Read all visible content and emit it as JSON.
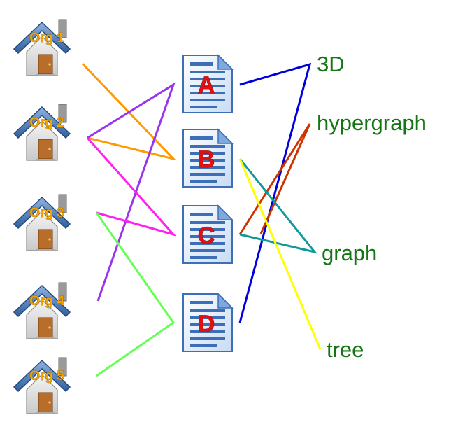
{
  "organizations": [
    {
      "id": "org1",
      "label": "Org 1"
    },
    {
      "id": "org2",
      "label": "Org 2"
    },
    {
      "id": "org3",
      "label": "Org 3"
    },
    {
      "id": "org4",
      "label": "Org 4"
    },
    {
      "id": "org5",
      "label": "Org 5"
    }
  ],
  "documents": [
    {
      "id": "A",
      "label": "A"
    },
    {
      "id": "B",
      "label": "B"
    },
    {
      "id": "C",
      "label": "C"
    },
    {
      "id": "D",
      "label": "D"
    }
  ],
  "tags": [
    {
      "id": "3D",
      "label": "3D"
    },
    {
      "id": "hypergraph",
      "label": "hypergraph"
    },
    {
      "id": "graph",
      "label": "graph"
    },
    {
      "id": "tree",
      "label": "tree"
    }
  ],
  "hyperedges": [
    {
      "color": "#ff9900",
      "members": [
        "org1",
        "org2",
        "B"
      ]
    },
    {
      "color": "#9933ee",
      "members": [
        "org2",
        "A",
        "org4"
      ]
    },
    {
      "color": "#ff22ee",
      "members": [
        "org2",
        "C",
        "org3"
      ]
    },
    {
      "color": "#66ff55",
      "members": [
        "org3",
        "D",
        "org5"
      ]
    },
    {
      "color": "#0000dd",
      "members": [
        "A",
        "3D",
        "D"
      ]
    },
    {
      "color": "#cc3300",
      "members": [
        "C",
        "hypergraph"
      ]
    },
    {
      "color": "#119999",
      "members": [
        "B",
        "graph",
        "C"
      ]
    },
    {
      "color": "#ffff00",
      "members": [
        "B",
        "tree"
      ]
    }
  ]
}
